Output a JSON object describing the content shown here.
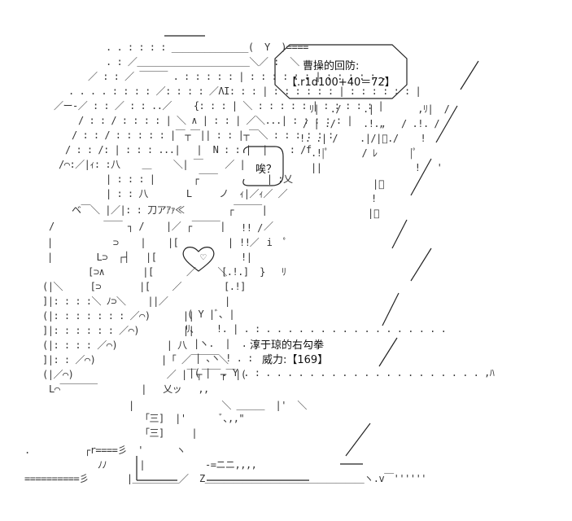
{
  "speech_box_1": {
    "line1": "曹操的回防:",
    "line2": "【.r1d100+40＝72】"
  },
  "speech_box_2": {
    "line1": "淳于琼的右勾拳",
    "line2": "威力:【169】"
  },
  "bubble": {
    "text": "唉？"
  },
  "art_lines": {
    "l01": ". . : : : : ______________(  Y  )====",
    "l02": ". : ／＿＿＿＿＿＿＿＿＿＿＿＿＼／ :  ＼",
    "l03": "／ : : ／ ￣￣￣ . : : : : : | : : : : : : | : : : : : .",
    "l04": ". . . . : : : : ／: : : : ／ΛI: : : | : : : : : : | : : : : : : |",
    "l05": "／ー‐／ : : ／ : : ..／    {: : : | ＼ : : : : : | : : : : : |",
    "l06": "/ : : / : : : : | ＼ ∧ | : : | ／＼...| : : : : : |",
    "l07": "/ : : / : : : : : |￣┬￣|| : : |┬￣＼ : : : : : :",
    "l08": "/ : : /: | : : : ...|   |  N : : |  |    : /f",
    "l09": "/⌒:／|ｨ: :八    ＿    ＼| ￣    ／ |",
    "l10": "| : : : |       ┌￣￣         | :乂",
    "l11": "| : : 八       L     ノ  ｨ|／ｨ／ ／",
    "l12": "ベ￣＼ |／|: : 刀アｱｧ≪        ┌￣￣￣|",
    "l13": "/         ￣￣ ┐ /    |／ ┌￣￣￣|       ／",
    "l14": "|           ⊃    |    |[         |   ／",
    "l15": "|        L⊃  ┌┤   |[        ♡",
    "l16": "[⊃∧       |[      ／    ＼",
    "l17": "(|＼     [⊃       |[    ／",
    "l18": "]|: : : :＼ ﾉ⊃＼    ||／",
    "l19": "(|: : : : : : : ／⌒)      ||",
    "l20": "]|: : : : : : ／⌒)        ||",
    "l21": "(|: : : : ／⌒)         | 八",
    "l22": "]|: : ／⌒)            |「 ／￣￣￣＼",
    "l23": "(|／⌒)                 ／ |￣┬￣￣┬￣|(",
    "l24": "L⌒￣￣￣￣        |   乂ッ   ,,",
    "l25": "|                ＼ ＿＿＿  |'  ＼",
    "l26": "「三]  |'      ﾞ､,,\"",
    "l27": "「三]     |",
    "l28": ".          ┌r====彡  '      ヽ",
    "l29": "ﾉﾉ      |           -=ニニ,,,,",
    "l30": "==========彡       |＿＿＿＿＿／  Z＿＿＿＿＿＿＿＿＿＿＿＿＿＿＿＿＿ヽ.v￣''''''",
    "r01": "ﾘ|  ./    .|        ,ﾘ|  /",
    "r02": "/ | ./     .!.„   / .!. /",
    "r03": "!. .| /    .|/|ﾟ./    !",
    "r04": ".!|ﾟ      / ﾚ      |ﾟ",
    "r05": "||                 !   '",
    "r06": "|ﾟ",
    "r07": "!",
    "r08": "|ﾟ",
    "m01": "( Y |ﾞ､ |",
    "m02": "ﾘ､    !. | . : . . . . . . . . . . . . . . . . .",
    "m03": "|ヽ.  |  . :",
    "m04": "| ､ヽ ! . :",
    "m05": "|( |  . Y . : . . . . . . . . . . . . . . . . . . . . ,ﾊ",
    "m06": "[.!]",
    "m07": "[.!.]  }   ﾘ",
    "m08": "!!   i  ﾟ",
    "m09": "!! /",
    "m10": "!|",
    "m11": "|"
  }
}
